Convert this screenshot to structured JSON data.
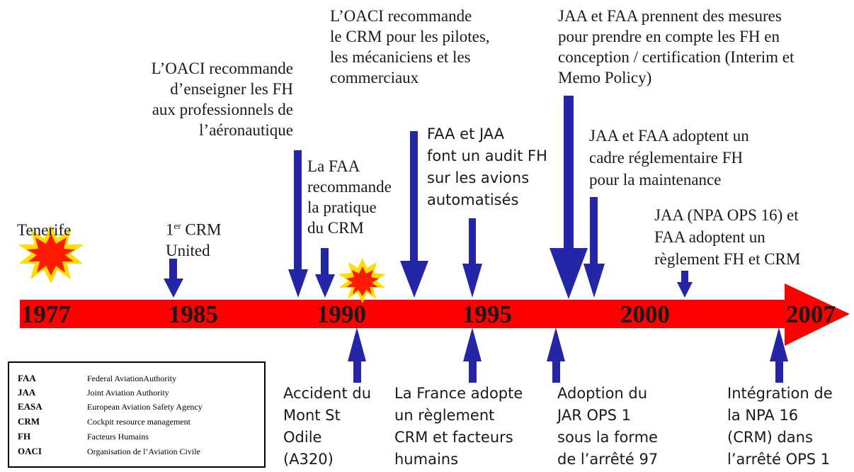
{
  "timeline": {
    "colors": {
      "bar": "#ff0000",
      "arrow": "#2525a8",
      "star_outer": "#ffdd00",
      "star_inner": "#ff1a00"
    },
    "years": [
      "1977",
      "1985",
      "1990",
      "1995",
      "2000",
      "2007"
    ],
    "events_above": {
      "tenerife": "Tenerife",
      "crm_united_line1_pre": "1",
      "crm_united_sup": "er",
      "crm_united_line1_post": " CRM",
      "crm_united_line2": "United",
      "oaci_fh": "L’OACI recommande\nd’enseigner les FH\naux professionnels de\nl’aéronautique",
      "faa_crm": "La FAA\nrecommande\nla pratique\ndu CRM",
      "oaci_crm": "L’OACI recommande\nle CRM pour les pilotes,\nles mécaniciens et les\ncommerciaux",
      "faa_jaa_audit": "FAA et JAA\nfont un audit FH\nsur les avions\nautomatisés",
      "jaa_faa_mesures": "JAA et FAA prennent des mesures\npour prendre en compte les FH en\nconception / certification (Interim et\nMemo Policy)",
      "jaa_faa_cadre": "JAA et FAA adoptent un\ncadre réglementaire FH\npour la maintenance",
      "jaa_npa": "JAA (NPA OPS 16) et\nFAA adoptent un\nrèglement FH et CRM"
    },
    "events_below": {
      "mont_st_odile": "Accident du\nMont St\nOdile\n(A320)",
      "france_crm": "La France adopte\nun règlement\nCRM et facteurs\nhumains",
      "jar_ops": "Adoption du\nJAR OPS 1\nsous la forme\nde l’arrêté 97",
      "npa16": "Intégration de\nla NPA 16\n(CRM) dans\nl’arrêté OPS 1"
    }
  },
  "legend": [
    {
      "abbr": "FAA",
      "full": "Federal AviationAuthority"
    },
    {
      "abbr": "JAA",
      "full": "Joint Aviation Authority"
    },
    {
      "abbr": "EASA",
      "full": "European Aviation Safety Agency"
    },
    {
      "abbr": "CRM",
      "full": "Cockpit resource management"
    },
    {
      "abbr": "FH",
      "full": "Facteurs Humains"
    },
    {
      "abbr": "OACI",
      "full": "Organisation de l’Aviation Civile"
    }
  ]
}
